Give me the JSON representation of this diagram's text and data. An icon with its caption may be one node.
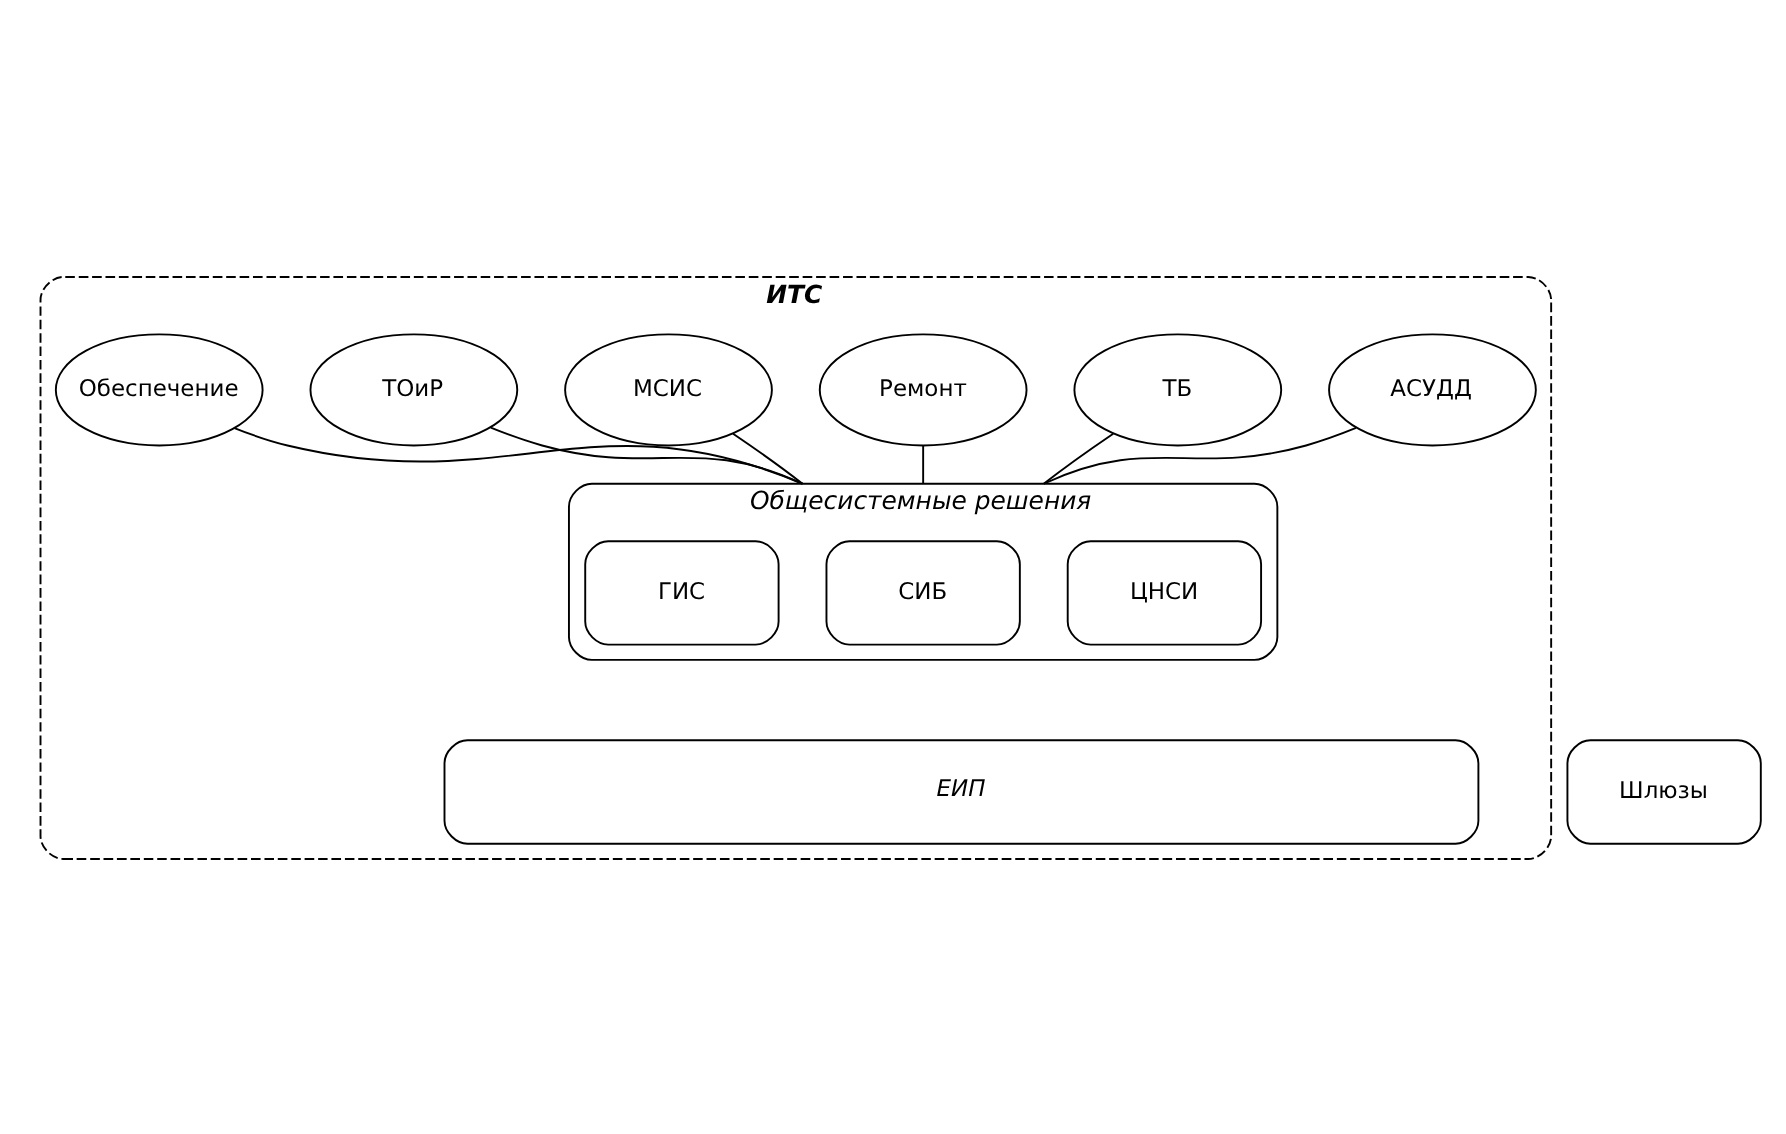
{
  "diagram": {
    "nodes": [
      {
        "text": [
          "ИТС"
        ]
      },
      {
        "text": [
          "АСУДД"
        ],
        "in": 0
      },
      {
        "text": [
          "ТБ"
        ],
        "in": 0
      },
      {
        "text": [
          "Ремонт"
        ],
        "in": 0
      },
      {
        "text": [
          "МСИС"
        ],
        "in": 0
      },
      {
        "text": [
          "ТОиР"
        ],
        "in": 0
      },
      {
        "text": [
          "Обеспечение"
        ],
        "in": 0
      },
      {
        "text": [
          "Общесистемные решения"
        ],
        "in": 0
      },
      {
        "text": [
          "ЦНСИ"
        ],
        "in": 7
      },
      {
        "text": [
          "СИБ"
        ],
        "in": 7
      },
      {
        "text": [
          "ГИС"
        ],
        "in": 7
      },
      {
        "text": [
          "ЕИП"
        ],
        "in": 0
      },
      {
        "text": [
          "Шлюзы"
        ]
      }
    ],
    "edges": [
      {
        "from": 1,
        "to": 7,
        "arrow": "none"
      },
      {
        "from": 2,
        "to": 7,
        "arrow": "none"
      },
      {
        "from": 3,
        "to": 7,
        "arrow": "none"
      },
      {
        "from": 4,
        "to": 7,
        "arrow": "none"
      },
      {
        "from": 5,
        "to": 7,
        "arrow": "none"
      },
      {
        "from": 6,
        "to": 7,
        "arrow": "none"
      }
    ]
  }
}
